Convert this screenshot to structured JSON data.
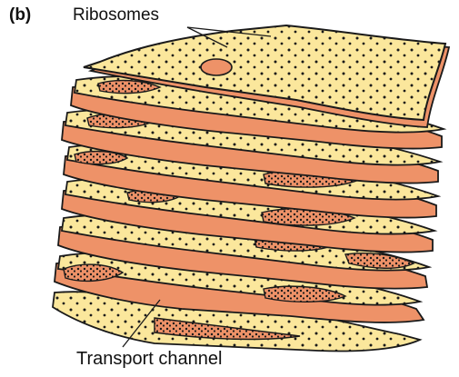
{
  "panel_letter": "(b)",
  "labels": {
    "ribosomes": "Ribosomes",
    "transport_channel": "Transport channel"
  },
  "colors": {
    "membrane": "#fbe79c",
    "lumen": "#ee9268",
    "outline": "#1a1a1a",
    "ribosome_dot": "#1a1a1a"
  }
}
